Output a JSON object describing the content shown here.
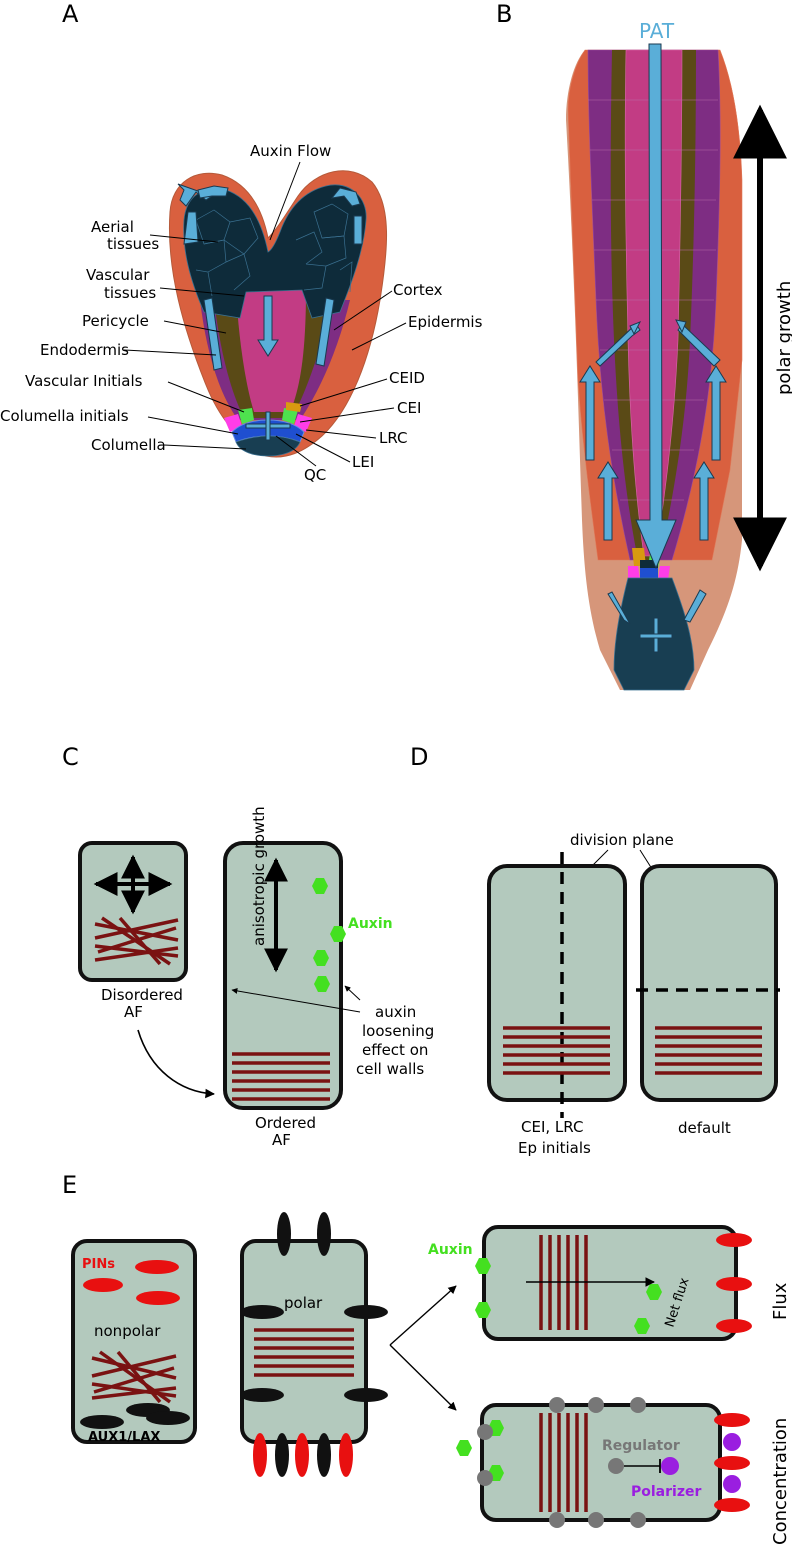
{
  "colors": {
    "epidermis": "#d9603f",
    "lrc": "#d6967a",
    "cortex": "#7e2d83",
    "endodermis": "#5a4a16",
    "pericycle": "#6b5a1a",
    "vascular": "#c23c84",
    "aerial": "#0e2b3a",
    "columella": "#183e52",
    "auxin_arrow": "#5aaed8",
    "cell_fill": "#b3c9bd",
    "microfibril": "#7a1212",
    "auxin": "#44e020",
    "pin": "#e81010",
    "aux1": "#111111",
    "regulator": "#777777",
    "polarizer": "#9a1ee0"
  },
  "panels": {
    "a": "A",
    "b": "B",
    "c": "C",
    "d": "D",
    "e": "E"
  },
  "panel_a": {
    "labels": {
      "auxin_flow": "Auxin Flow",
      "aerial_1": "Aerial",
      "aerial_2": "tissues",
      "vascular_1": "Vascular",
      "vascular_2": "tissues",
      "pericycle": "Pericycle",
      "endodermis": "Endodermis",
      "vascular_initials": "Vascular Initials",
      "columella_initials": "Columella initials",
      "columella": "Columella",
      "cortex": "Cortex",
      "epidermis": "Epidermis",
      "ceid": "CEID",
      "cei": "CEI",
      "lrc": "LRC",
      "lei": "LEI",
      "qc": "QC"
    }
  },
  "panel_b": {
    "pat": "PAT",
    "polar_growth": "polar growth"
  },
  "panel_c": {
    "disordered_1": "Disordered",
    "disordered_2": "AF",
    "ordered_1": "Ordered",
    "ordered_2": "AF",
    "anisotropic": "anisotropic growth",
    "auxin": "Auxin",
    "loosening_1": "auxin",
    "loosening_2": "loosening",
    "loosening_3": "effect on",
    "loosening_4": "cell walls"
  },
  "panel_d": {
    "division_plane": "division plane",
    "left_1": "CEI, LRC",
    "left_2": "Ep initials",
    "right": "default"
  },
  "panel_e": {
    "pins": "PINs",
    "nonpolar": "nonpolar",
    "aux1": "AUX1/LAX",
    "polar": "polar",
    "auxin": "Auxin",
    "net_flux": "Net flux",
    "flux": "Flux",
    "regulator": "Regulator",
    "polarizer": "Polarizer",
    "concentration": "Concentration"
  }
}
